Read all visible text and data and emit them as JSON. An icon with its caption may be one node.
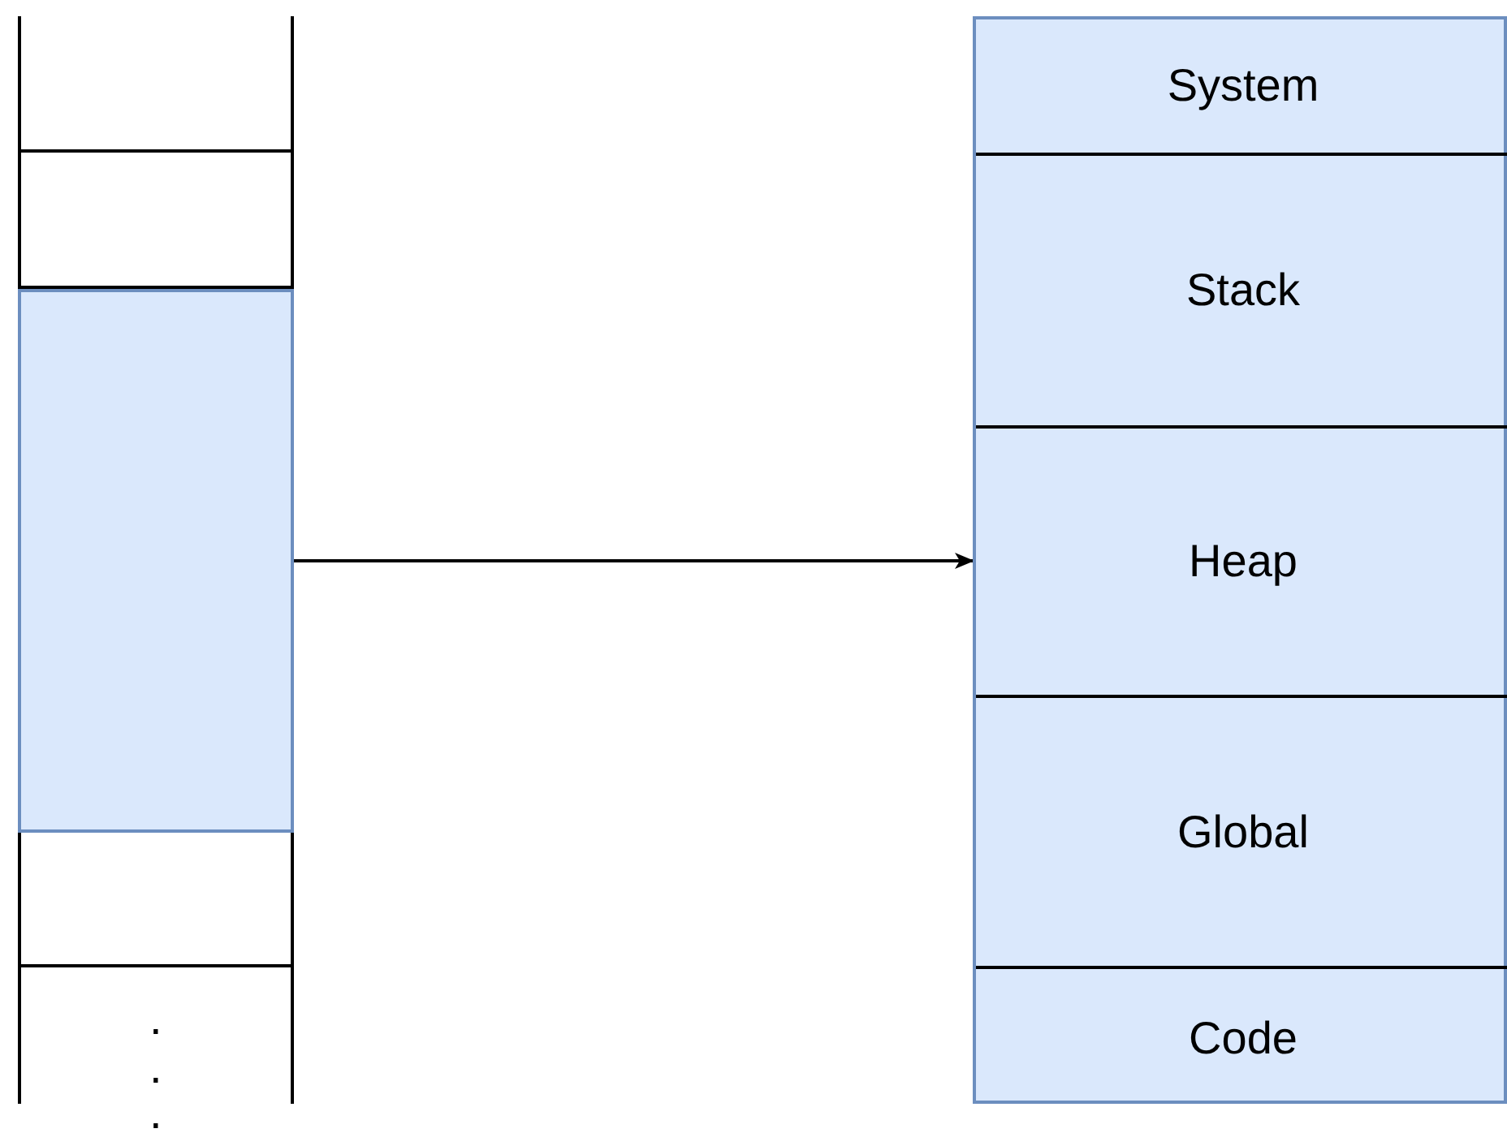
{
  "diagram": {
    "nodes": [
      {
        "text": [],
        "shape": "box"
      },
      {
        "text": [],
        "shape": "box"
      },
      {
        "text": [],
        "shape": "box"
      },
      {
        "text": [],
        "shape": "box"
      },
      {
        "text": [],
        "shape": "box"
      },
      {
        "text": [],
        "shape": "box"
      },
      {
        "text": [
          "System"
        ],
        "in": 5
      },
      {
        "text": [
          "Stack"
        ],
        "in": 5
      },
      {
        "text": [
          "Heap"
        ],
        "in": 5
      },
      {
        "text": [
          "Global"
        ],
        "in": 5
      },
      {
        "text": [
          "Code"
        ],
        "in": 5
      }
    ],
    "edges": [
      {
        "from": 2,
        "to": 5,
        "arrow": "to"
      }
    ],
    "labels": [
      ".",
      ".",
      "."
    ]
  }
}
